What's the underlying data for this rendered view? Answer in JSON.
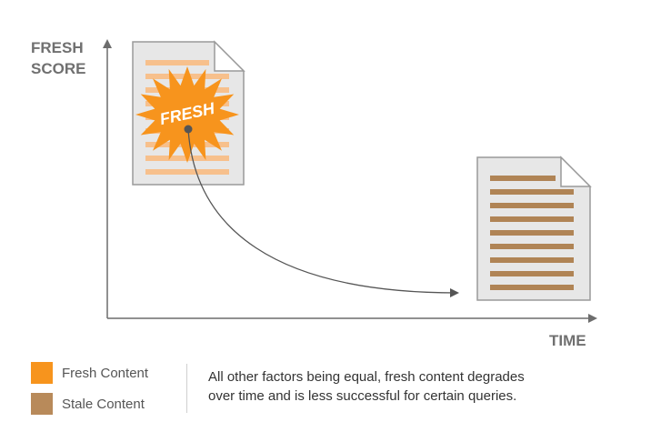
{
  "axes": {
    "y_label_line1": "FRESH",
    "y_label_line2": "SCORE",
    "x_label": "TIME"
  },
  "fresh_document": {
    "badge_text": "FRESH"
  },
  "legend": {
    "items": [
      {
        "label": "Fresh Content",
        "color": "#f7941d"
      },
      {
        "label": "Stale Content",
        "color": "#b88a5a"
      }
    ]
  },
  "caption": {
    "line1": "All other factors being equal, fresh content degrades",
    "line2": "over time and is less successful for certain queries."
  },
  "colors": {
    "axis": "#6d6d6d",
    "document_fill": "#e7e7e7",
    "document_stroke": "#9a9a9a",
    "fresh_lines": "#f7c08c",
    "stale_lines": "#b08455",
    "badge": "#f7941d",
    "curve": "#555555"
  }
}
